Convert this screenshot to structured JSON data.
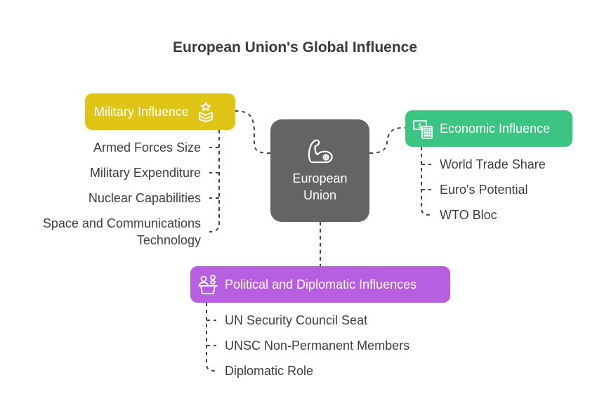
{
  "title": "European Union's Global Influence",
  "center": {
    "label": "European\nUnion",
    "icon": "flexed-arm-icon",
    "color": "#646464"
  },
  "military": {
    "label": "Military Influence",
    "icon": "military-rank-icon",
    "color": "#e0c416",
    "items": [
      "Armed Forces Size",
      "Military Expenditure",
      "Nuclear Capabilities",
      "Space and Communications\nTechnology"
    ]
  },
  "economic": {
    "label": "Economic Influence",
    "icon": "money-calculator-icon",
    "color": "#3cc483",
    "items": [
      "World Trade Share",
      "Euro's Potential",
      "WTO Bloc"
    ]
  },
  "political": {
    "label": "Political and Diplomatic Influences",
    "icon": "diplomacy-podium-icon",
    "color": "#b85ee0",
    "items": [
      "UN Security Council Seat",
      "UNSC Non-Permanent Members",
      "Diplomatic Role"
    ]
  }
}
